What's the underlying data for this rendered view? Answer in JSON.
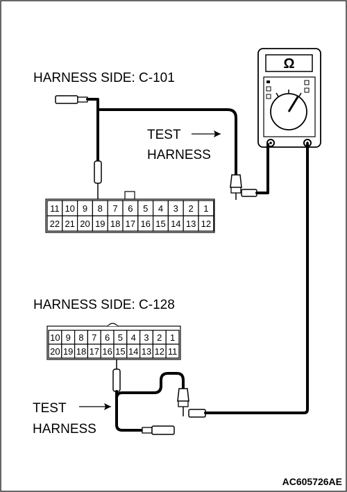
{
  "labels": {
    "harness_side_1": "HARNESS SIDE: C-101",
    "harness_side_2": "HARNESS SIDE: C-128",
    "test_1": "TEST",
    "harness_1": "HARNESS",
    "test_2": "TEST",
    "harness_2": "HARNESS",
    "meter_symbol": "Ω",
    "figure_code": "AC605726AE"
  },
  "connector_c101": {
    "top_row": [
      "11",
      "10",
      "9",
      "8",
      "7",
      "6",
      "5",
      "4",
      "3",
      "2",
      "1"
    ],
    "bottom_row": [
      "22",
      "21",
      "20",
      "19",
      "18",
      "17",
      "16",
      "15",
      "14",
      "13",
      "12"
    ],
    "probed_pin": "8"
  },
  "connector_c128": {
    "top_row": [
      "10",
      "9",
      "8",
      "7",
      "6",
      "5",
      "4",
      "3",
      "2",
      "1"
    ],
    "bottom_row": [
      "20",
      "19",
      "18",
      "17",
      "16",
      "15",
      "14",
      "13",
      "12",
      "11"
    ],
    "probed_pin": "15"
  }
}
